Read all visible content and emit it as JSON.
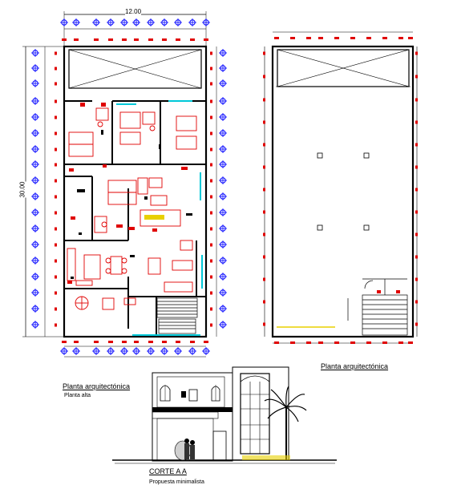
{
  "drawing": {
    "dimension_width": "12.00",
    "dimension_length": "30.00",
    "plan_left": {
      "title": "Planta arquitectónica",
      "subtitle": "Planta alta"
    },
    "plan_right": {
      "title": "Planta arquitectónica"
    },
    "section": {
      "title": "CORTE A A",
      "subtitle": "Propuesta minimalista"
    }
  },
  "colors": {
    "lines": "#000000",
    "furniture": "#e00000",
    "glass": "#00c8d8",
    "column": "#0000ff",
    "marker": "#e00000",
    "yellow": "#e8d000"
  }
}
